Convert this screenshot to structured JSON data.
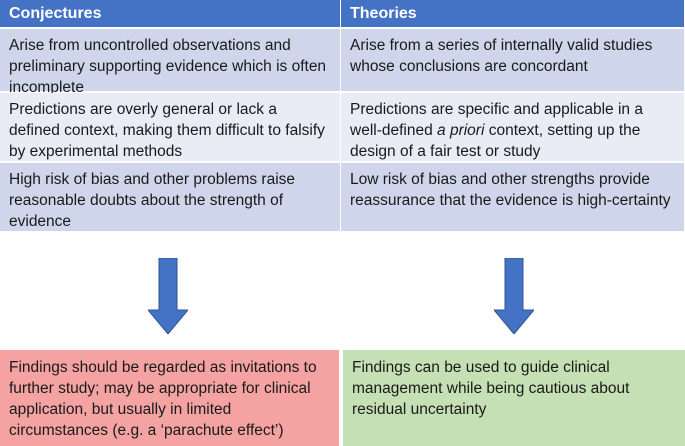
{
  "headers": {
    "conjectures": "Conjectures",
    "theories": "Theories"
  },
  "rows": [
    {
      "conjectures": "Arise from uncontrolled observations and preliminary supporting evidence which is often incomplete",
      "theories": "Arise from a series of internally valid studies whose conclusions are concordant"
    },
    {
      "conjectures": "Predictions are overly general or lack a defined context, making them difficult to falsify by experimental methods",
      "theories_before": "Predictions are specific and applicable in a well-defined ",
      "theories_italic": "a priori",
      "theories_after": " context, setting up the design of a fair test or study"
    },
    {
      "conjectures": "High risk of bias and other problems raise reasonable doubts about the strength of evidence",
      "theories": "Low risk of bias and other strengths provide reassurance that the evidence is high-certainty"
    }
  ],
  "outcomes": {
    "conjectures": "Findings should be regarded as invitations to further study; may be appropriate for clinical application, but usually in limited circumstances (e.g. a ‘parachute effect’)",
    "theories": "Findings can be used to guide clinical management while being cautious about residual uncertainty"
  },
  "colors": {
    "header": "#4472c4",
    "row_dark": "#cfd5ea",
    "row_light": "#e9ebf5",
    "arrow": "#4472c4",
    "outcome_conjectures": "#f4a3a2",
    "outcome_theories": "#c5e0b4"
  },
  "icons": {
    "arrows": "arrow-down-icon"
  }
}
